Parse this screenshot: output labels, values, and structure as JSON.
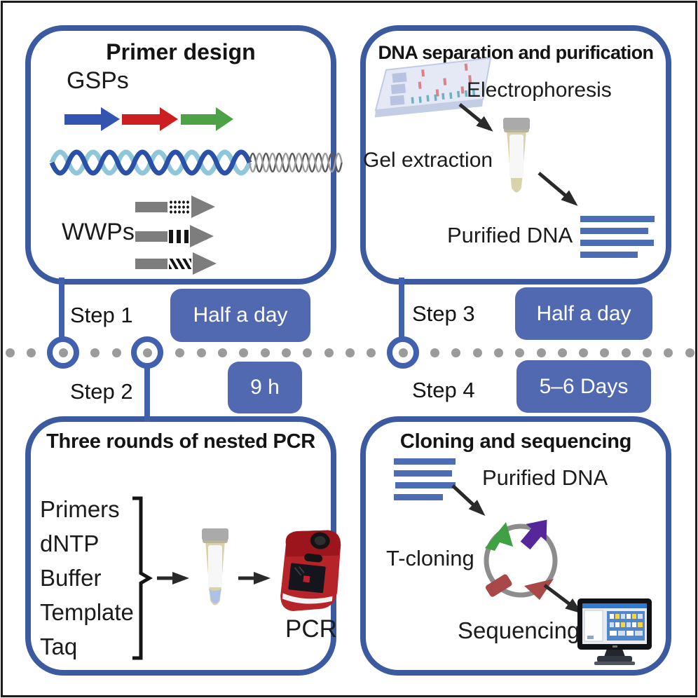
{
  "figure": {
    "type": "workflow-diagram",
    "description": "Four-step molecular biology workflow with timeline"
  },
  "panels": {
    "primer_design": {
      "title": "Primer design",
      "gsp_label": "GSPs",
      "wwp_label": "WWPs"
    },
    "dna_separation": {
      "title": "DNA separation and purification",
      "electrophoresis_label": "Electrophoresis",
      "gel_extraction_label": "Gel extraction",
      "purified_dna_label": "Purified DNA"
    },
    "nested_pcr": {
      "title": "Three rounds of nested PCR",
      "reagents": [
        "Primers",
        "dNTP",
        "Buffer",
        "Template",
        "Taq"
      ],
      "pcr_label": "PCR"
    },
    "cloning_sequencing": {
      "title": "Cloning and sequencing",
      "purified_dna_label": "Purified DNA",
      "t_cloning_label": "T-cloning",
      "sequencing_label": "Sequencing"
    }
  },
  "timeline": {
    "steps": [
      {
        "label": "Step 1",
        "duration": "Half a day"
      },
      {
        "label": "Step 2",
        "duration": "9 h"
      },
      {
        "label": "Step 3",
        "duration": "Half a day"
      },
      {
        "label": "Step 4",
        "duration": "5–6 Days"
      }
    ]
  },
  "colors": {
    "box_border": "#3b5aa0",
    "badge_bg": "#5169b1",
    "timeline_dot": "#9b9b9b",
    "timeline_node": "#4161ae",
    "dna_band": "#4c6cb3",
    "gsp_blue": "#3355b0",
    "gsp_red": "#cc1f1f",
    "gsp_green": "#4da247",
    "helix_dark": "#2b50a8",
    "helix_light": "#8fc6d8",
    "pcr_red": "#b6242a"
  }
}
